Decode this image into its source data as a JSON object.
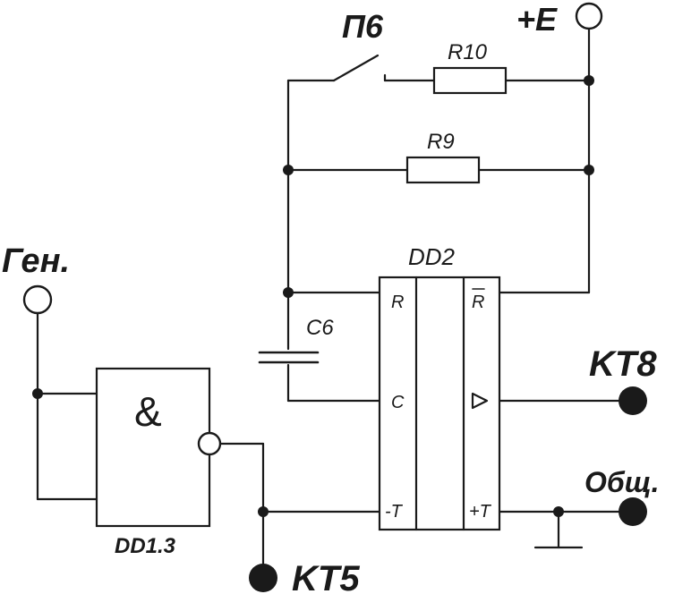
{
  "labels": {
    "switch": "П6",
    "supply": "+E",
    "r10": "R10",
    "r9": "R9",
    "dd2": "DD2",
    "c6": "C6",
    "gen": "Ген.",
    "gate_symbol": "&",
    "dd13": "DD1.3",
    "kt8": "KT8",
    "common": "Общ.",
    "kt5": "KT5",
    "pin_r": "R",
    "pin_rbar": "R",
    "pin_c": "C",
    "pin_minus_t": "-T",
    "pin_plus_t": "+T"
  }
}
